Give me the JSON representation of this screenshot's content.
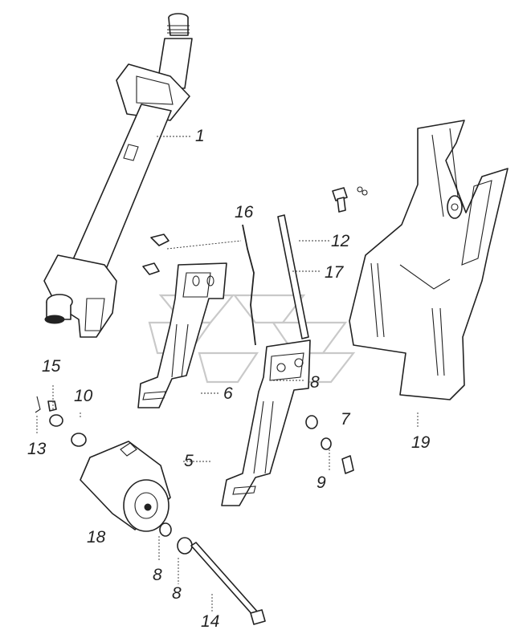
{
  "figure": {
    "labels": [
      {
        "id": "1",
        "text": "1"
      },
      {
        "id": "5",
        "text": "5"
      },
      {
        "id": "6",
        "text": "6"
      },
      {
        "id": "7",
        "text": "7"
      },
      {
        "id": "8a",
        "text": "8"
      },
      {
        "id": "8b",
        "text": "8"
      },
      {
        "id": "8c",
        "text": "8"
      },
      {
        "id": "9",
        "text": "9"
      },
      {
        "id": "10",
        "text": "10"
      },
      {
        "id": "12",
        "text": "12"
      },
      {
        "id": "13",
        "text": "13"
      },
      {
        "id": "14",
        "text": "14"
      },
      {
        "id": "15",
        "text": "15"
      },
      {
        "id": "16",
        "text": "16"
      },
      {
        "id": "17",
        "text": "17"
      },
      {
        "id": "18",
        "text": "18"
      },
      {
        "id": "19",
        "text": "19"
      }
    ]
  }
}
